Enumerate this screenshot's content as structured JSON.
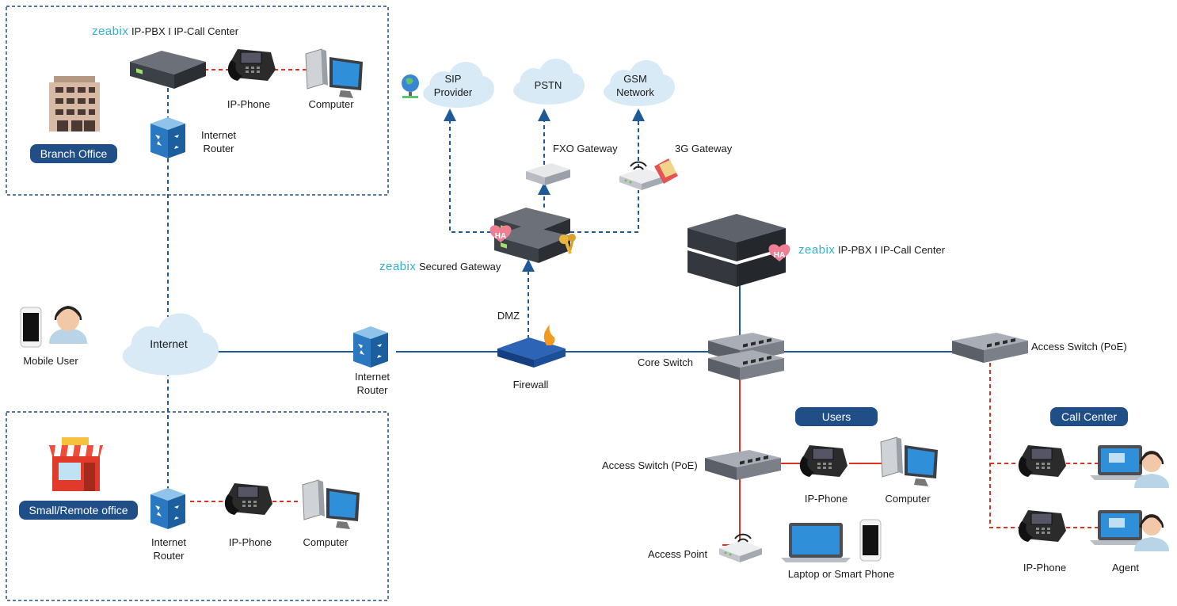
{
  "branch_office": {
    "brand": "zeabix",
    "product": "IP-PBX I IP-Call Center",
    "badge": "Branch Office",
    "ip_phone": "IP-Phone",
    "computer": "Computer",
    "router_line1": "Internet",
    "router_line2": "Router"
  },
  "clouds": {
    "sip_line1": "SIP",
    "sip_line2": "Provider",
    "pstn": "PSTN",
    "gsm_line1": "GSM",
    "gsm_line2": "Network",
    "internet": "Internet"
  },
  "gateways": {
    "fxo": "FXO Gateway",
    "g3": "3G Gateway",
    "secured_brand": "zeabix",
    "secured_label": "Secured Gateway",
    "ha": "HA"
  },
  "core": {
    "pbx_brand": "zeabix",
    "pbx_product": "IP-PBX I IP-Call Center",
    "ha": "HA",
    "dmz": "DMZ",
    "firewall": "Firewall",
    "core_switch": "Core Switch",
    "router_line1": "Internet",
    "router_line2": "Router",
    "access_switch_right": "Access Switch (PoE)"
  },
  "mobile": {
    "label": "Mobile User"
  },
  "remote_office": {
    "badge": "Small/Remote office",
    "router_line1": "Internet",
    "router_line2": "Router",
    "ip_phone": "IP-Phone",
    "computer": "Computer"
  },
  "users": {
    "badge": "Users",
    "access_switch": "Access Switch (PoE)",
    "ip_phone": "IP-Phone",
    "computer": "Computer",
    "access_point": "Access Point",
    "laptop": "Laptop or Smart Phone"
  },
  "call_center": {
    "badge": "Call Center",
    "ip_phone": "IP-Phone",
    "agent": "Agent"
  },
  "colors": {
    "navy": "#1f4f86",
    "link": "#1f5a96",
    "red": "#e0301e",
    "brand": "#2fb2cf",
    "cloud": "#d9eaf7"
  }
}
